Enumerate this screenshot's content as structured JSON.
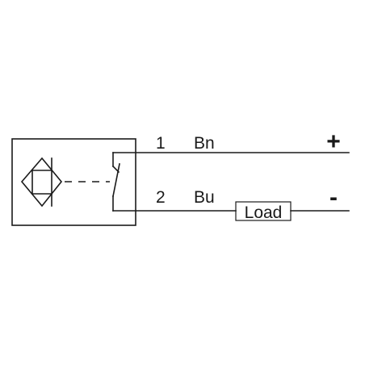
{
  "wires": [
    {
      "pin": "1",
      "color_code": "Bn",
      "polarity": "+"
    },
    {
      "pin": "2",
      "color_code": "Bu",
      "polarity": "-"
    }
  ],
  "load_label": "Load",
  "line_color": "#1a1a1a",
  "background": "#ffffff",
  "icons": {
    "sensor": "inductive-sensor-coil-icon",
    "switch": "normally-open-switch-icon"
  }
}
